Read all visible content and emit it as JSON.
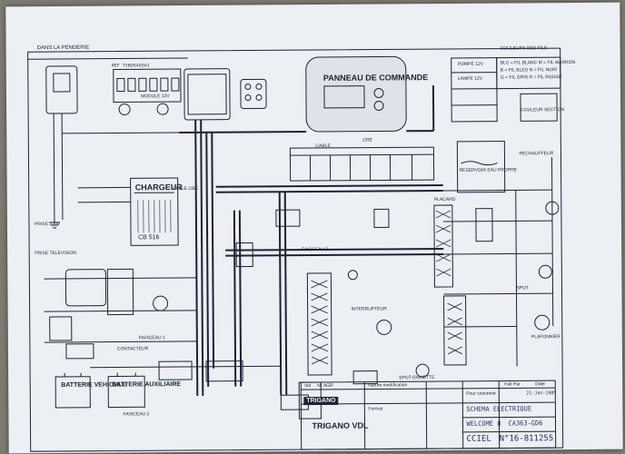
{
  "labels": {
    "wardrobe": "DANS LA PENDERIE",
    "meter_ref": "REF TYBU5466A1",
    "module": "MODULE 12V",
    "control_panel": "PANNEAU DE COMMANDE",
    "pump_12v": "POMPE 12V",
    "lamp_12v": "LAMPE 12V",
    "wire_colors": "COULEURS DES FILS",
    "wire_colors_1": "BLC = FIL BLANC   M = FIL MARRON",
    "wire_colors_2": "B = FIL BLEU   N = FIL NOIR",
    "wire_colors_3": "G = FIL GRIS   R = FIL ROUGE",
    "wire_section": "COULEUR SECTION",
    "cre": "CRE",
    "cable": "CABLE",
    "cable_cbc": "CABLE CBC",
    "charger": "CHARGEUR",
    "charger_model": "CB 516",
    "tank": "RESERVOIR EAU PROPRE",
    "water_heater": "RECHAUFFEUR",
    "socket_230v": "PRISE 230V",
    "tv_socket": "PRISE TELEVISION",
    "harness_3": "FAISCEAU 3",
    "table_plug": "PLACARD",
    "spot": "SPOT",
    "ceiling_light": "PLAFONNIER",
    "harness_1": "FAISCEAU 1",
    "switch": "INTERRUPTEUR",
    "contactor": "CONTACTEUR",
    "battery_vehicle": "BATTERIE VEHICULE",
    "battery_aux": "BATTERIE AUXILIAIRE",
    "harness_2": "FAISCEAU 2",
    "spot_switch": "SPOT ENVIETTE"
  },
  "title_block": {
    "index": "Ind",
    "no": "N° AGR",
    "nature": "Nature modification",
    "made_by": "Fait Par",
    "date_header": "Date",
    "part": "Pour concerné",
    "date": "21-Jan-1985",
    "brand": "TRIGANO",
    "company": "TRIGANO VDL",
    "format": "Format",
    "designation": "SCHEMA ELECTRIQUE",
    "model": "WELCOME 8",
    "code": "CA363-GD6",
    "ref": "CCIEL",
    "drawing_no": "N°16-811255"
  }
}
